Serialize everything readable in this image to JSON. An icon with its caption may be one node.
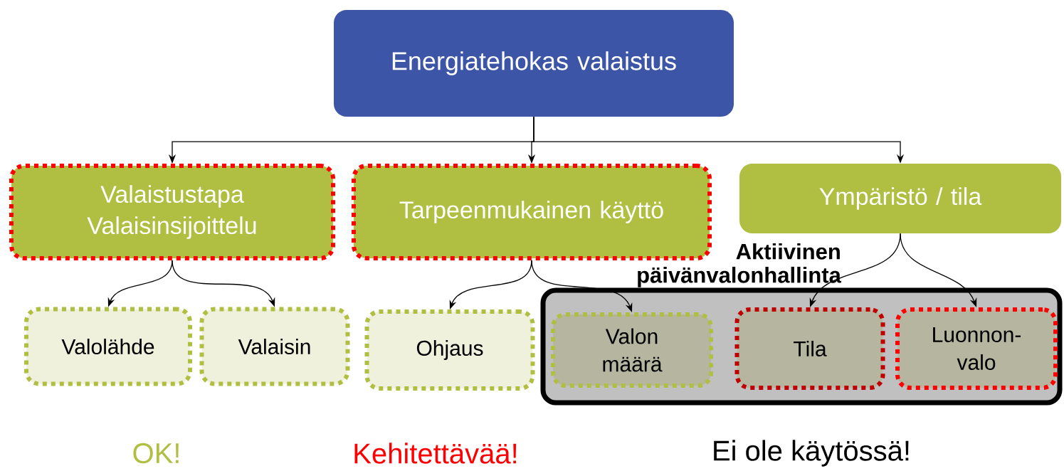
{
  "diagram": {
    "nodes": [
      {
        "text": [
          "Energiatehokas valaistus"
        ]
      },
      {
        "text": [
          "Valaistustapa Valaisinsijoittelu"
        ]
      },
      {
        "text": [
          "Tarpeenmukainen käyttö"
        ]
      },
      {
        "text": [
          "Ympäristö / tila"
        ]
      },
      {
        "text": [
          "Valolähde"
        ]
      },
      {
        "text": [
          "Valaisin"
        ]
      },
      {
        "text": [
          "Ohjaus"
        ]
      },
      {
        "text": [
          "Aktiivinen päivänvalonhallinta"
        ]
      },
      {
        "text": [
          "Valon määrä"
        ],
        "in": 7
      },
      {
        "text": [
          "Tila"
        ],
        "in": 7
      },
      {
        "text": [
          "Luonnon-valo"
        ],
        "in": 7
      }
    ],
    "edges": [
      {
        "from": 0,
        "to": 1,
        "arrow": "to"
      },
      {
        "from": 0,
        "to": 2,
        "arrow": "to"
      },
      {
        "from": 0,
        "to": 3,
        "arrow": "to"
      },
      {
        "from": 1,
        "to": 4,
        "arrow": "to"
      },
      {
        "from": 1,
        "to": 5,
        "arrow": "to"
      },
      {
        "from": 2,
        "to": 6,
        "arrow": "to"
      },
      {
        "from": 2,
        "to": 8,
        "arrow": "to"
      },
      {
        "from": 3,
        "to": 9,
        "arrow": "to"
      },
      {
        "from": 3,
        "to": 10,
        "arrow": "to"
      }
    ],
    "labels": [
      "OK!",
      "Kehitettävää!",
      "Ei ole käytössä!"
    ]
  }
}
